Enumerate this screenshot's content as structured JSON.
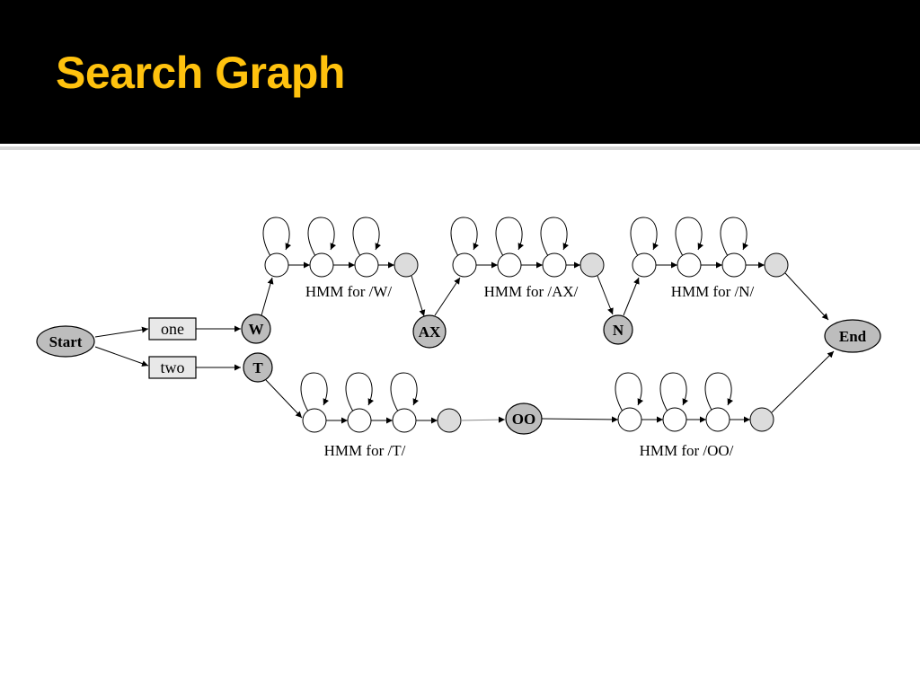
{
  "slide": {
    "title": "Search Graph"
  },
  "colors": {
    "title_bar": "#000000",
    "title_text": "#ffc20e",
    "node_fill": "#bdbdbd",
    "final_state_fill": "#dcdcdc",
    "state_fill": "#ffffff",
    "stroke": "#000000"
  },
  "diagram": {
    "start": "Start",
    "end": "End",
    "words": [
      "one",
      "two"
    ],
    "phones": {
      "w": "W",
      "t": "T",
      "ax": "AX",
      "n": "N",
      "oo": "OO"
    },
    "hmm_labels": {
      "w": "HMM for /W/",
      "ax": "HMM for /AX/",
      "n": "HMM for /N/",
      "t": "HMM for /T/",
      "oo": "HMM for /OO/"
    }
  }
}
